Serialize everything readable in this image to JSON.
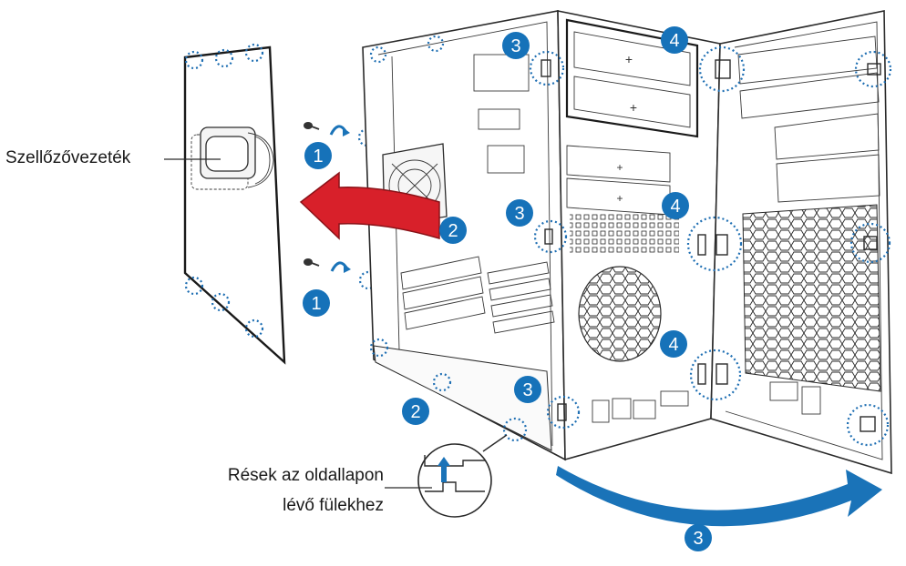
{
  "labels": {
    "air_duct": "Szellőzővezeték",
    "side_panel_slots_line1": "Rések az oldallapon",
    "side_panel_slots_line2": "lévő fülekhez"
  },
  "steps": [
    "1",
    "1",
    "2",
    "2",
    "3",
    "3",
    "3",
    "3",
    "4",
    "4",
    "4"
  ],
  "colors": {
    "badge_blue": "#1672b9",
    "dotted_circle": "#1f6fb3",
    "red_arrow": "#d8202a",
    "blue_arrow": "#1a73b8",
    "line_art": "#2a2a2a"
  },
  "icons": [
    "screw-icon",
    "curved-arrow-icon",
    "red-removal-arrow-icon",
    "blue-open-arrow-icon"
  ]
}
